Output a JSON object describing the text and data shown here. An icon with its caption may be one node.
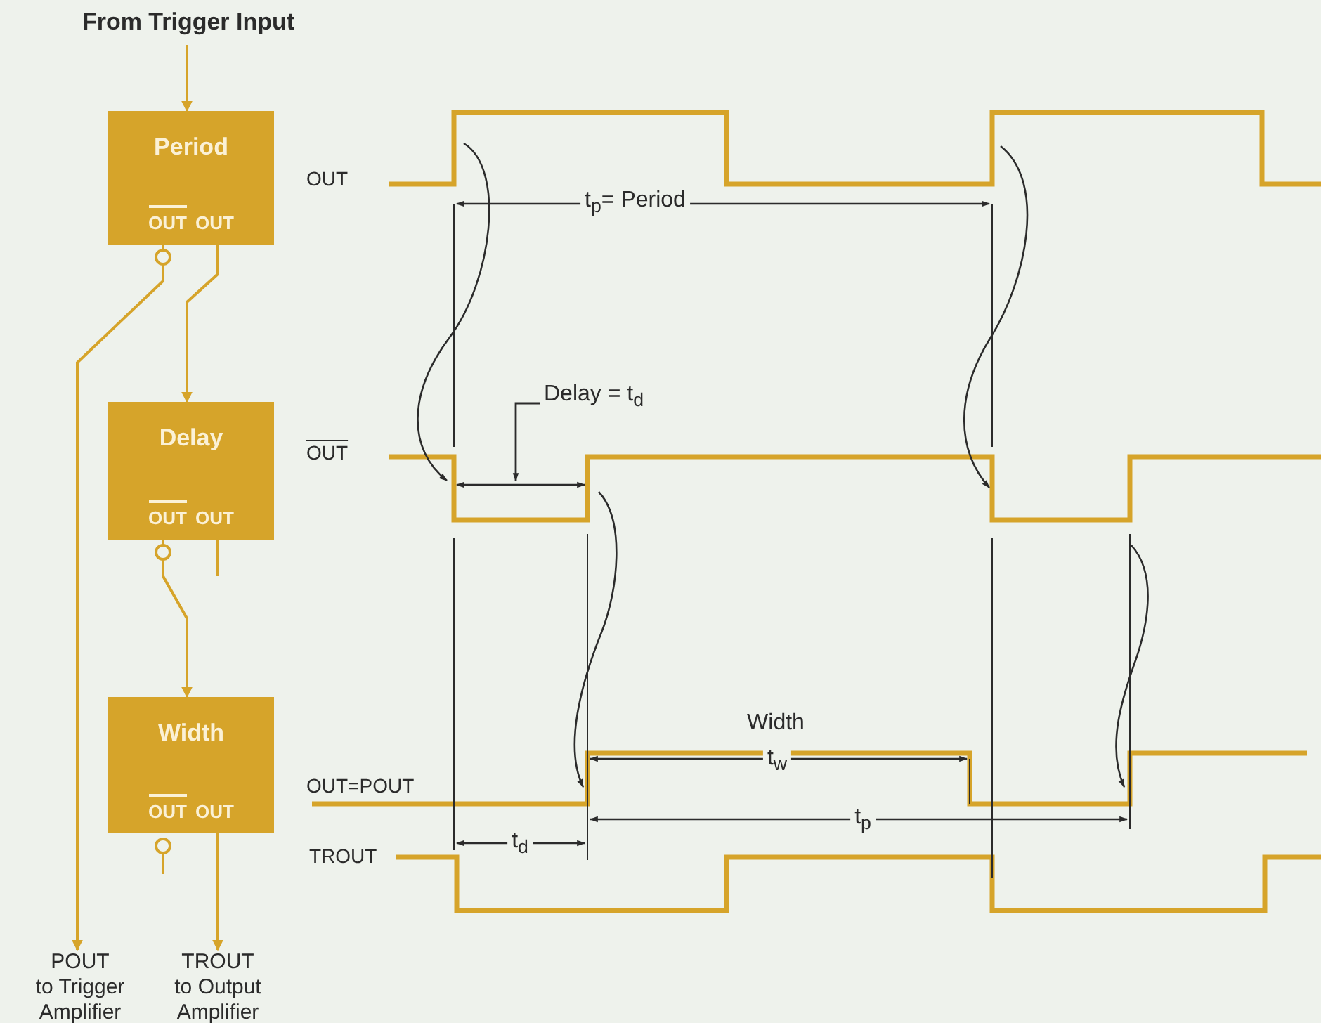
{
  "diagram": {
    "nodes": [
      {
        "text": [
          "From Trigger Input"
        ]
      },
      {
        "text": [
          "Period",
          "OUT",
          "OUT"
        ]
      },
      {
        "text": [
          "Delay",
          "OUT",
          "OUT"
        ]
      },
      {
        "text": [
          "Width",
          "OUT",
          "OUT"
        ]
      },
      {
        "text": [
          "POUT",
          "to Trigger Amplifier"
        ]
      },
      {
        "text": [
          "TROUT",
          "to Output Amplifier"
        ]
      }
    ],
    "edges": [
      {
        "from": 0,
        "to": 1,
        "arrow": "to"
      },
      {
        "from": 1,
        "to": 2,
        "arrow": "to"
      },
      {
        "from": 1,
        "to": 4,
        "arrow": "to"
      },
      {
        "from": 2,
        "to": 3,
        "arrow": "to"
      },
      {
        "from": 3,
        "to": 5,
        "arrow": "to"
      }
    ],
    "labels": [
      "OUT",
      "OUT",
      "OUT=POUT",
      "TROUT",
      "t$_{p}$= Period",
      "Delay = t$_{d}$",
      "Width",
      "t$_{w}$",
      "t$_{p}$",
      "t$_{d}$"
    ]
  }
}
